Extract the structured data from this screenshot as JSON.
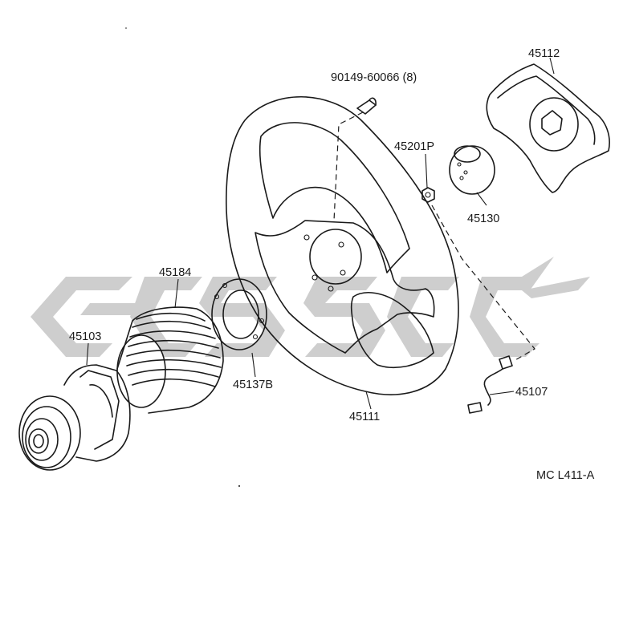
{
  "diagram": {
    "drawing_code": "MC L411-A",
    "watermark": "",
    "parts": [
      {
        "id": "p1",
        "number": "45112"
      },
      {
        "id": "p2",
        "number": "90149-60066 (8)"
      },
      {
        "id": "p3",
        "number": "45201P"
      },
      {
        "id": "p4",
        "number": "45130"
      },
      {
        "id": "p5",
        "number": "45184"
      },
      {
        "id": "p6",
        "number": "45103"
      },
      {
        "id": "p7",
        "number": "45137B"
      },
      {
        "id": "p8",
        "number": "45111"
      },
      {
        "id": "p9",
        "number": "45107"
      }
    ]
  },
  "colors": {
    "line": "#1a1a1a",
    "watermark": "#c6c6c6",
    "background": "#ffffff"
  }
}
